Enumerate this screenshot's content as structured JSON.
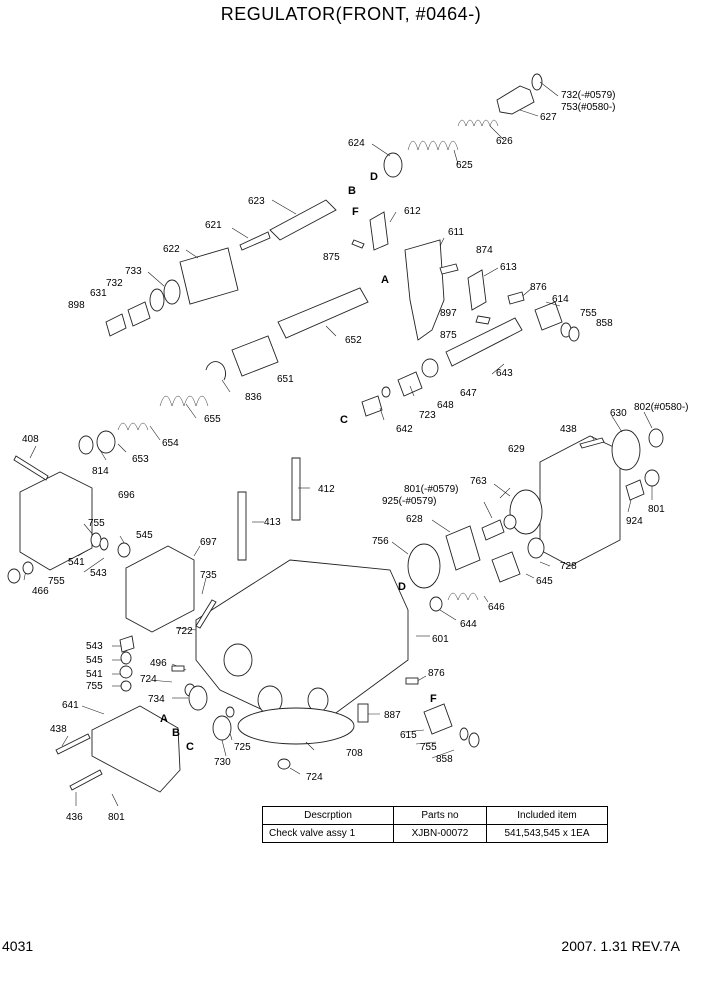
{
  "title": "REGULATOR(FRONT, #0464-)",
  "page_number": "4031",
  "revision": "2007. 1.31 REV.7A",
  "callouts": {
    "c732": "732(-#0579)",
    "c753": "753(#0580-)",
    "c627": "627",
    "c626": "626",
    "c624": "624",
    "c625": "625",
    "c623": "623",
    "c612": "612",
    "c611": "611",
    "c621": "621",
    "c875a": "875",
    "c874": "874",
    "c613": "613",
    "c622": "622",
    "c733": "733",
    "c732b": "732",
    "c631": "631",
    "c898": "898",
    "c897": "897",
    "c876a": "876",
    "c614": "614",
    "c755a": "755",
    "c858a": "858",
    "c875b": "875",
    "c652": "652",
    "c651": "651",
    "c643": "643",
    "c836": "836",
    "c647": "647",
    "c648": "648",
    "c723": "723",
    "c642": "642",
    "c655": "655",
    "c654": "654",
    "c653": "653",
    "c814": "814",
    "c408": "408",
    "c438a": "438",
    "c630": "630",
    "c802": "802(#0580-)",
    "c629": "629",
    "c696": "696",
    "c412": "412",
    "c801a": "801(-#0579)",
    "c925": "925(-#0579)",
    "c763": "763",
    "c413": "413",
    "c628": "628",
    "c924": "924",
    "c801b": "801",
    "c755b": "755",
    "c545a": "545",
    "c541a": "541",
    "c543a": "543",
    "c755c": "755",
    "c466": "466",
    "c697": "697",
    "c756": "756",
    "c728": "728",
    "c645": "645",
    "c735": "735",
    "c646": "646",
    "c722": "722",
    "c644": "644",
    "c601": "601",
    "c543b": "543",
    "c545b": "545",
    "c496": "496",
    "c541b": "541",
    "c724a": "724",
    "c755d": "755",
    "c876b": "876",
    "c641": "641",
    "c734": "734",
    "c887": "887",
    "c438b": "438",
    "c725": "725",
    "c615": "615",
    "c755e": "755",
    "c858b": "858",
    "c730": "730",
    "c708": "708",
    "c724b": "724",
    "c436": "436",
    "c801c": "801"
  },
  "letters": {
    "A": "A",
    "B": "B",
    "C": "C",
    "D": "D",
    "F": "F"
  },
  "table": {
    "headers": [
      "Descrption",
      "Parts no",
      "Included item"
    ],
    "rows": [
      [
        "Check valve assy 1",
        "XJBN-00072",
        "541,543,545 x 1EA"
      ]
    ]
  }
}
